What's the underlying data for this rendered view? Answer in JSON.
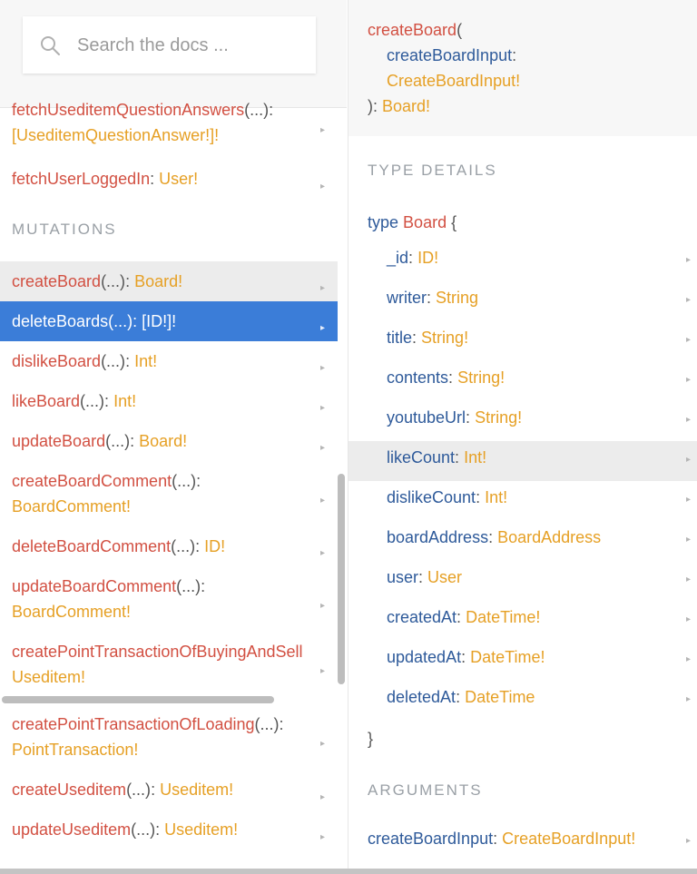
{
  "search": {
    "placeholder": "Search the docs ..."
  },
  "query_tail": [
    {
      "name": "fetchUseditemQuestionAnswers",
      "args": "(...)",
      "colon": ":",
      "type": "[UseditemQuestionAnswer!]!"
    },
    {
      "name": "fetchUserLoggedIn",
      "args": "",
      "colon": ":",
      "type": "User!"
    }
  ],
  "mutations_title": "MUTATIONS",
  "mutations": [
    {
      "name": "createBoard",
      "args": "(...)",
      "colon": ":",
      "type": "Board!",
      "state": "hover"
    },
    {
      "name": "deleteBoards",
      "args": "(...)",
      "colon": ":",
      "type": "[ID!]!",
      "state": "selected"
    },
    {
      "name": "dislikeBoard",
      "args": "(...)",
      "colon": ":",
      "type": "Int!"
    },
    {
      "name": "likeBoard",
      "args": "(...)",
      "colon": ":",
      "type": "Int!"
    },
    {
      "name": "updateBoard",
      "args": "(...)",
      "colon": ":",
      "type": "Board!"
    },
    {
      "name": "createBoardComment",
      "args": "(...)",
      "colon": ":",
      "type": "BoardComment!"
    },
    {
      "name": "deleteBoardComment",
      "args": "(...)",
      "colon": ":",
      "type": "ID!"
    },
    {
      "name": "updateBoardComment",
      "args": "(...)",
      "colon": ":",
      "type": "BoardComment!"
    },
    {
      "name": "createPointTransactionOfBuyingAndSell",
      "args": "",
      "colon": "",
      "type": "Useditem!"
    },
    {
      "name": "createPointTransactionOfLoading",
      "args": "(...)",
      "colon": ":",
      "type": "PointTransaction!"
    },
    {
      "name": "createUseditem",
      "args": "(...)",
      "colon": ":",
      "type": "Useditem!"
    },
    {
      "name": "updateUseditem",
      "args": "(...)",
      "colon": ":",
      "type": "Useditem!"
    }
  ],
  "signature": {
    "name": "createBoard",
    "open": "(",
    "arg_name": "createBoardInput",
    "arg_colon": ":",
    "arg_type": "CreateBoardInput!",
    "close": "):",
    "return_type": "Board!"
  },
  "type_details_title": "TYPE DETAILS",
  "type_decl": {
    "keyword": "type",
    "name": "Board",
    "open": "{",
    "close": "}"
  },
  "fields": [
    {
      "name": "_id",
      "type": "ID!"
    },
    {
      "name": "writer",
      "type": "String"
    },
    {
      "name": "title",
      "type": "String!"
    },
    {
      "name": "contents",
      "type": "String!"
    },
    {
      "name": "youtubeUrl",
      "type": "String!"
    },
    {
      "name": "likeCount",
      "type": "Int!",
      "state": "hover"
    },
    {
      "name": "dislikeCount",
      "type": "Int!"
    },
    {
      "name": "boardAddress",
      "type": "BoardAddress"
    },
    {
      "name": "user",
      "type": "User"
    },
    {
      "name": "createdAt",
      "type": "DateTime!"
    },
    {
      "name": "updatedAt",
      "type": "DateTime!"
    },
    {
      "name": "deletedAt",
      "type": "DateTime"
    }
  ],
  "arguments_title": "ARGUMENTS",
  "arguments": [
    {
      "name": "createBoardInput",
      "colon": ":",
      "type": "CreateBoardInput!"
    }
  ],
  "arrow_glyph": "▸",
  "colors": {
    "field": "#d25042",
    "type": "#e6a025",
    "keyword": "#2e5a9a",
    "selected_bg": "#3b7dd8",
    "hover_bg": "#ececec"
  }
}
